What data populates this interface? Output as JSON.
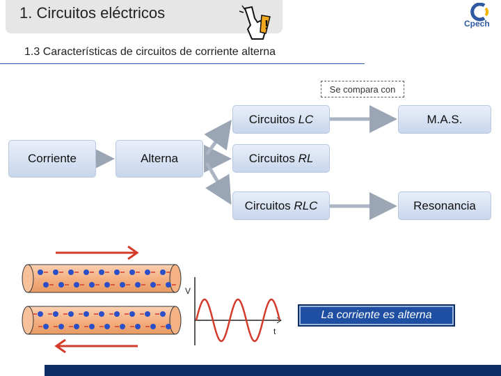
{
  "header": {
    "title": "1. Circuitos eléctricos",
    "logo_text": "Cpech",
    "subtitle": "1.3 Características de circuitos de corriente alterna"
  },
  "diagram": {
    "compare_label": "Se compara con",
    "nodes": {
      "corriente": "Corriente",
      "alterna": "Alterna",
      "lc_prefix": "Circuitos ",
      "lc_suffix": "LC",
      "rl_prefix": "Circuitos ",
      "rl_suffix": "RL",
      "rlc_prefix": "Circuitos ",
      "rlc_suffix": "RLC",
      "mas": "M.A.S.",
      "resonancia": "Resonancia"
    }
  },
  "wave": {
    "v_label": "V",
    "t_label": "t"
  },
  "badge": "La corriente es alterna",
  "colors": {
    "accent": "#2e5ca8",
    "node_fill": "#d6e1f2",
    "arrow_red": "#d23a2a",
    "wire_orange": "#f5b88a",
    "electron_blue": "#2b4fc7"
  }
}
